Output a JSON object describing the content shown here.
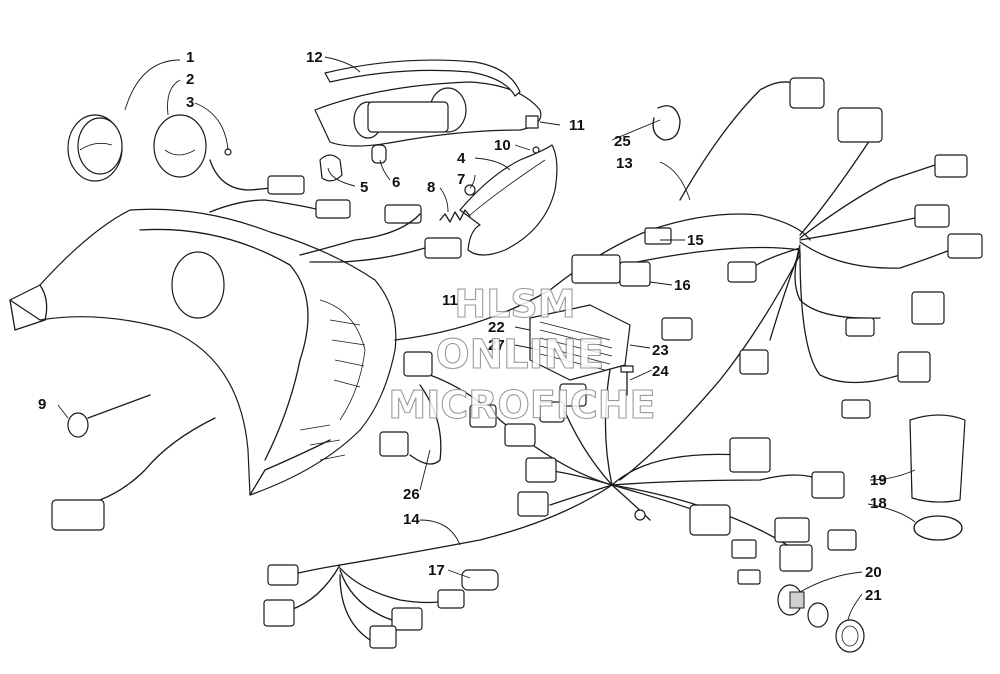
{
  "callouts": [
    "1",
    "2",
    "3",
    "4",
    "5",
    "6",
    "7",
    "8",
    "9",
    "10",
    "11",
    "11",
    "12",
    "13",
    "14",
    "15",
    "16",
    "17",
    "18",
    "19",
    "20",
    "21",
    "22",
    "23",
    "24",
    "25",
    "26",
    "27"
  ],
  "watermark": {
    "line1": "HLSM",
    "line2": "ONLINE",
    "line3": "MICROFICHE"
  }
}
